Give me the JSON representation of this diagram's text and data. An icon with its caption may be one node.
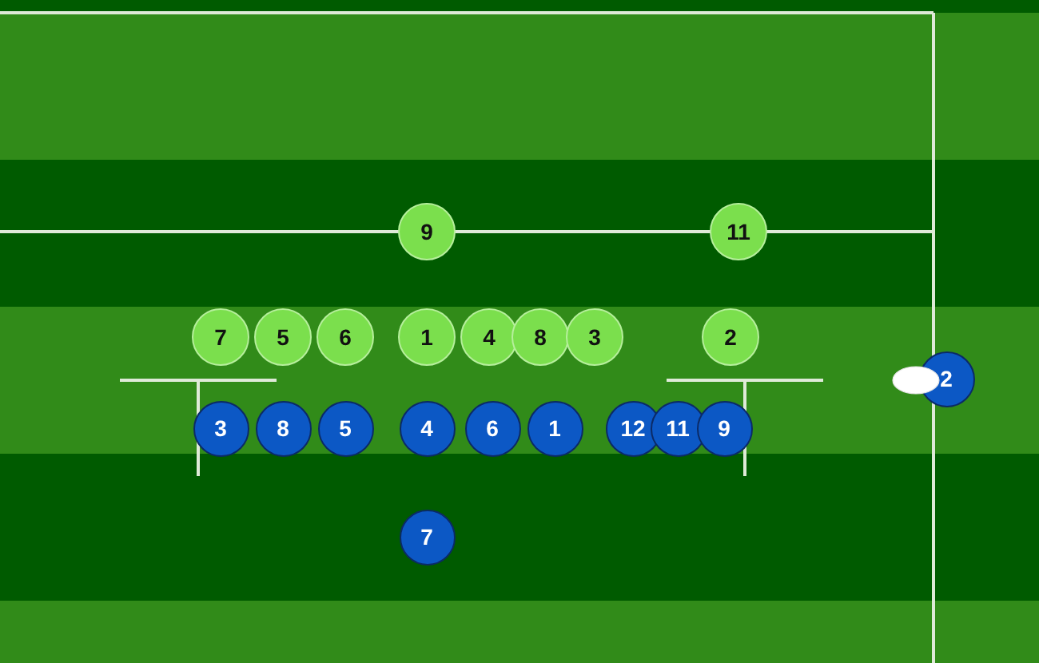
{
  "diagram": {
    "nodes": [
      {
        "text": [
          "9"
        ]
      },
      {
        "text": [
          "11"
        ]
      },
      {
        "text": [
          "7"
        ]
      },
      {
        "text": [
          "5"
        ]
      },
      {
        "text": [
          "6"
        ]
      },
      {
        "text": [
          "1"
        ]
      },
      {
        "text": [
          "4"
        ]
      },
      {
        "text": [
          "8"
        ]
      },
      {
        "text": [
          "3"
        ]
      },
      {
        "text": [
          "2"
        ]
      },
      {
        "text": [
          "2"
        ]
      },
      {
        "text": [
          "3"
        ]
      },
      {
        "text": [
          "8"
        ]
      },
      {
        "text": [
          "5"
        ]
      },
      {
        "text": [
          "4"
        ]
      },
      {
        "text": [
          "6"
        ]
      },
      {
        "text": [
          "1"
        ]
      },
      {
        "text": [
          "12"
        ]
      },
      {
        "text": [
          "11"
        ]
      },
      {
        "text": [
          "9"
        ]
      },
      {
        "text": [
          "7"
        ]
      }
    ]
  }
}
